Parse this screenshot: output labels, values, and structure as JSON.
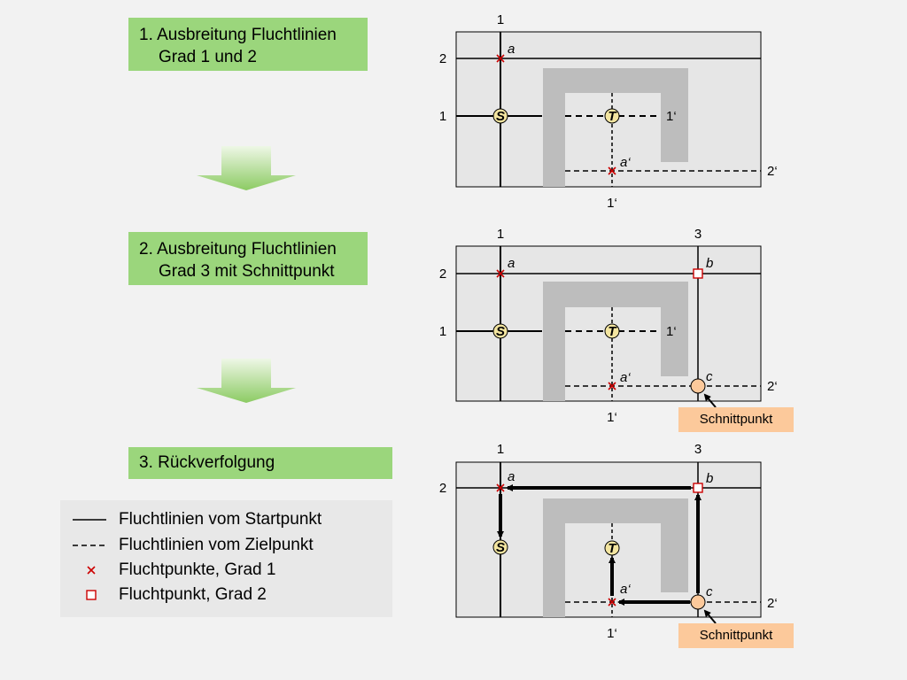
{
  "steps": [
    {
      "line1": "1. Ausbreitung Fluchtlinien",
      "line2": "Grad 1 und 2"
    },
    {
      "line1": "2. Ausbreitung Fluchtlinien",
      "line2": "Grad 3 mit Schnittpunkt"
    },
    {
      "line1": "3. Rückverfolgung"
    }
  ],
  "legend": [
    {
      "symbol": "solid-line",
      "label": "Fluchtlinien vom Startpunkt"
    },
    {
      "symbol": "dashed-line",
      "label": "Fluchtlinien vom Zielpunkt"
    },
    {
      "symbol": "x-mark",
      "label": "Fluchtpunkte, Grad 1"
    },
    {
      "symbol": "square-mark",
      "label": "Fluchtpunkt, Grad 2"
    }
  ],
  "labels": {
    "v1": "1",
    "v3": "3",
    "h2": "2",
    "h1": "1",
    "v1p": "1‘",
    "h1p": "1‘",
    "h2p": "2‘",
    "a": "a",
    "ap": "a‘",
    "b": "b",
    "c": "c",
    "s": "S",
    "t": "T"
  },
  "callout": "Schnittpunkt",
  "colors": {
    "step_bg": "#9bd67c",
    "callout_bg": "#fcc99b",
    "fluchtpunkt": "#cc0000",
    "obstacle": "#bdbdbd",
    "panel": "#e6e6e6"
  }
}
